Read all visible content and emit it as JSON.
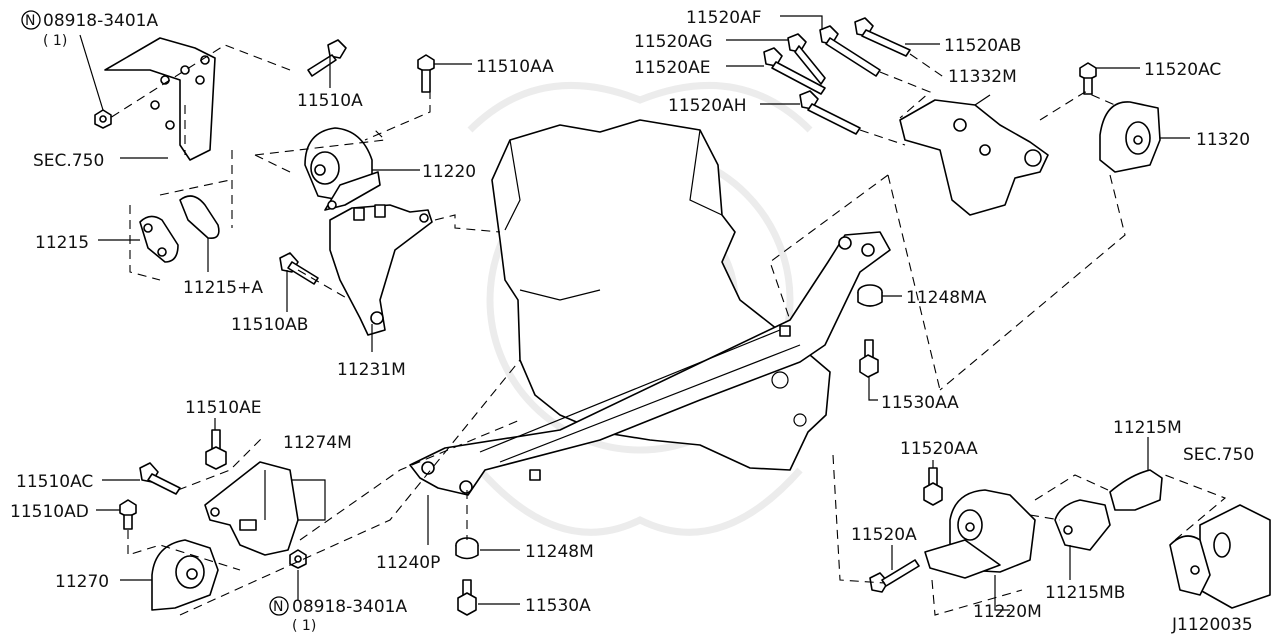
{
  "diagram_id": "J1120035",
  "labels": {
    "n08918_top": "08918-3401A",
    "n08918_top_qty": "( 1)",
    "p11510A": "11510A",
    "p11510AA": "11510AA",
    "sec750_left": "SEC.750",
    "p11220": "11220",
    "p11215": "11215",
    "p11215A": "11215+A",
    "p11510AB": "11510AB",
    "p11231M": "11231M",
    "p11520AF": "11520AF",
    "p11520AG": "11520AG",
    "p11520AE": "11520AE",
    "p11520AH": "11520AH",
    "p11520AB": "11520AB",
    "p11332M": "11332M",
    "p11520AC": "11520AC",
    "p11320": "11320",
    "p11248MA": "11248MA",
    "p11530AA": "11530AA",
    "p11510AE": "11510AE",
    "p11274M": "11274M",
    "p11510AC": "11510AC",
    "p11510AD": "11510AD",
    "p11270": "11270",
    "n08918_bottom": "08918-3401A",
    "n08918_bottom_qty": "( 1)",
    "p11240P": "11240P",
    "p11248M": "11248M",
    "p11530A": "11530A",
    "p11520AA": "11520AA",
    "p11520A": "11520A",
    "p11220M": "11220M",
    "p11215M": "11215M",
    "sec750_right": "SEC.750",
    "p11215MB": "11215MB"
  }
}
